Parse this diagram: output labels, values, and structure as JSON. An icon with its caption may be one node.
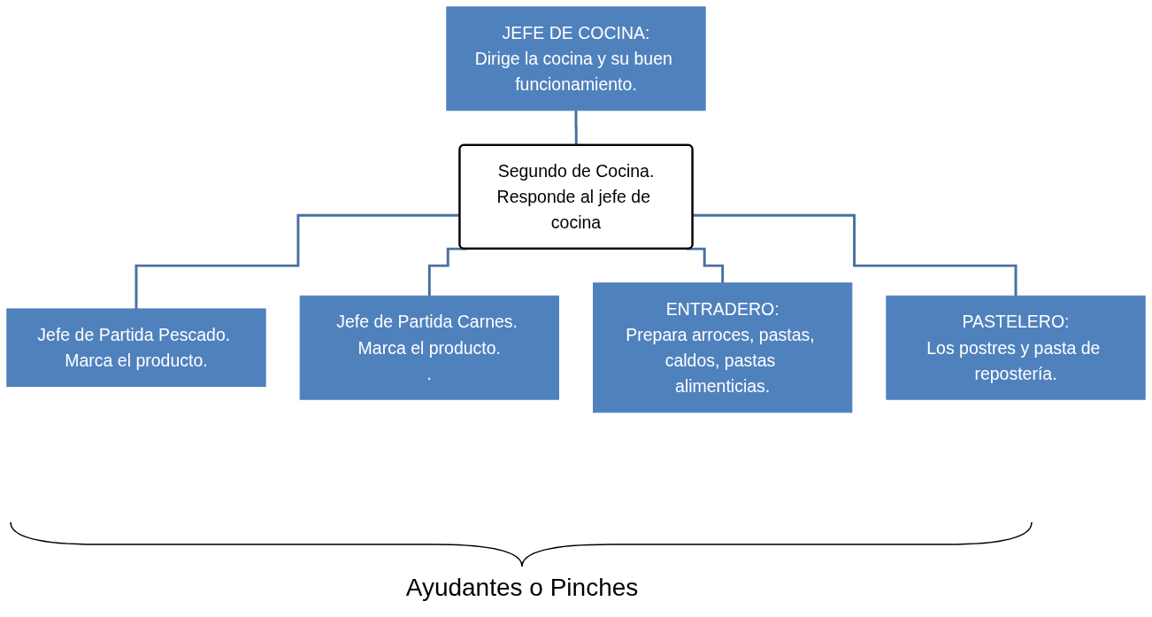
{
  "diagram": {
    "nodes": [
      {
        "text": [
          "JEFE DE COCINA:",
          "Dirige la cocina y su buen funcionamiento."
        ]
      },
      {
        "text": [
          "Segundo de Cocina.",
          "Responde al jefe de cocina"
        ]
      },
      {
        "text": [
          "Jefe de Partida Pescado. Marca el producto."
        ]
      },
      {
        "text": [
          "Jefe de Partida Carnes. Marca el producto.",
          "."
        ]
      },
      {
        "text": [
          "ENTRADERO:",
          "Prepara arroces, pastas, caldos, pastas alimenticias."
        ]
      },
      {
        "text": [
          "PASTELERO:",
          "Los postres y pasta de repostería."
        ]
      }
    ],
    "edges": [
      {
        "from": 0,
        "to": 1,
        "arrow": "none"
      },
      {
        "from": 1,
        "to": 2,
        "arrow": "none"
      },
      {
        "from": 1,
        "to": 3,
        "arrow": "none"
      },
      {
        "from": 1,
        "to": 4,
        "arrow": "none"
      },
      {
        "from": 1,
        "to": 5,
        "arrow": "none"
      }
    ],
    "labels": [
      "Ayudantes o Pinches"
    ]
  }
}
